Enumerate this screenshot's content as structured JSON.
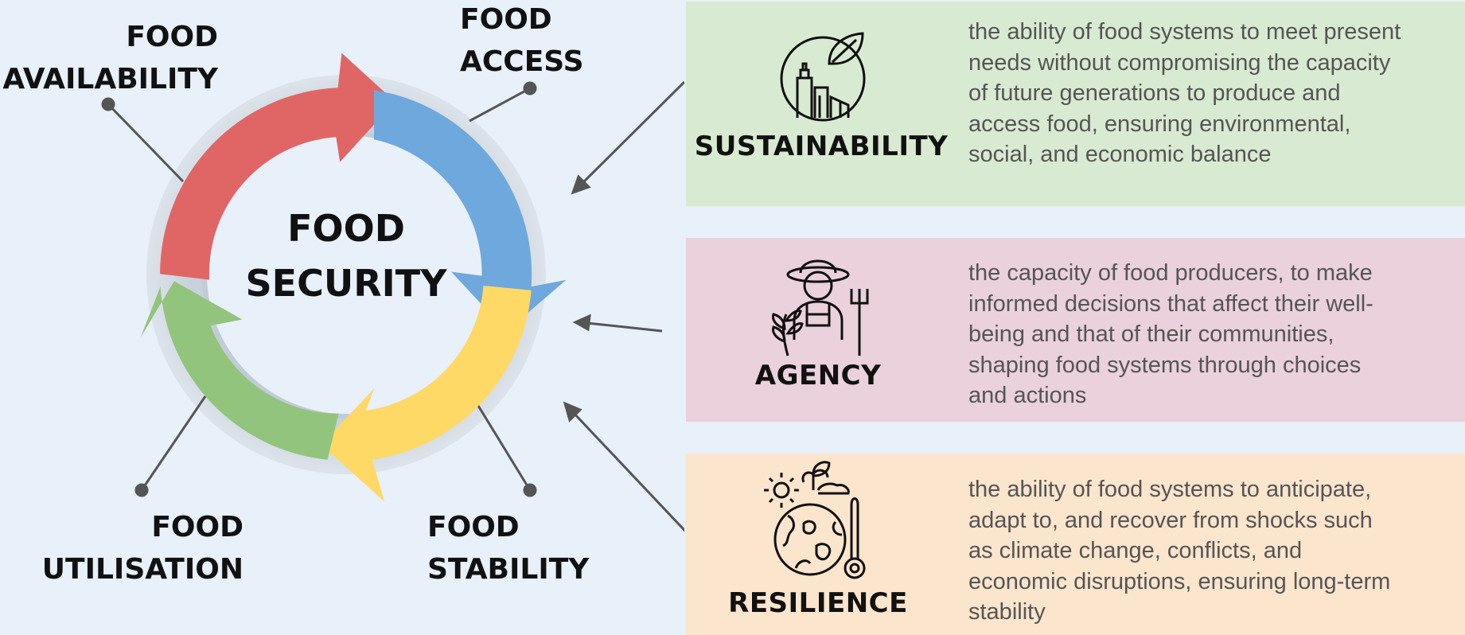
{
  "center": {
    "line1": "FOOD",
    "line2": "SECURITY"
  },
  "pillars": {
    "availability": {
      "line1": "FOOD",
      "line2": "AVAILABILITY",
      "color": "#e06666"
    },
    "access": {
      "line1": "FOOD",
      "line2": "ACCESS",
      "color": "#6fa8dc"
    },
    "stability": {
      "line1": "FOOD",
      "line2": "STABILITY",
      "color": "#ffd966"
    },
    "utilisation": {
      "line1": "FOOD",
      "line2": "UTILISATION",
      "color": "#93c47d"
    }
  },
  "panels": [
    {
      "title": "SUSTAINABILITY",
      "icon": "city-leaf-icon",
      "background": "#d9ead3",
      "lines": [
        "the ability of food systems to meet present",
        "needs without compromising the capacity",
        "of future generations to produce and",
        "access food, ensuring environmental,",
        "social, and economic balance"
      ]
    },
    {
      "title": "AGENCY",
      "icon": "farmer-icon",
      "background": "#ead1dc",
      "lines": [
        "the capacity of food producers, to make",
        "informed decisions that affect their well-",
        "being and that of their communities,",
        "shaping food systems through choices",
        "and actions"
      ]
    },
    {
      "title": "RESILIENCE",
      "icon": "globe-climate-icon",
      "background": "#fce5cd",
      "lines": [
        "the ability of food systems to anticipate,",
        "adapt to, and recover from shocks such",
        "as climate change, conflicts, and",
        "economic disruptions, ensuring long-term",
        "stability"
      ]
    }
  ]
}
